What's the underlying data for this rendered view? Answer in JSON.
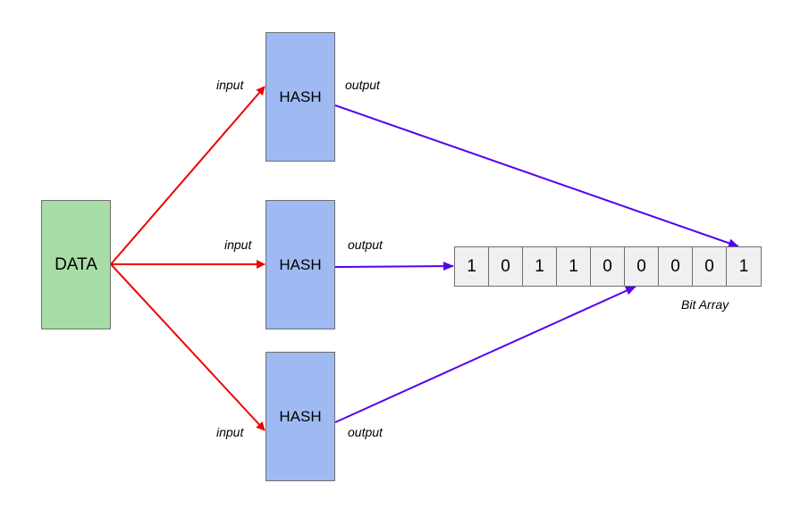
{
  "data_block": {
    "label": "DATA"
  },
  "hashes": [
    {
      "label": "HASH",
      "input_label": "input",
      "output_label": "output"
    },
    {
      "label": "HASH",
      "input_label": "input",
      "output_label": "output"
    },
    {
      "label": "HASH",
      "input_label": "input",
      "output_label": "output"
    }
  ],
  "bit_array": {
    "label": "Bit Array",
    "bits": [
      "1",
      "0",
      "1",
      "1",
      "0",
      "0",
      "0",
      "0",
      "1"
    ]
  },
  "colors": {
    "data_fill": "#a7dda5",
    "hash_fill": "#9fbaf2",
    "input_arrow": "#ee0000",
    "output_arrow": "#5500ee",
    "cell_fill": "#f0f0f0"
  }
}
